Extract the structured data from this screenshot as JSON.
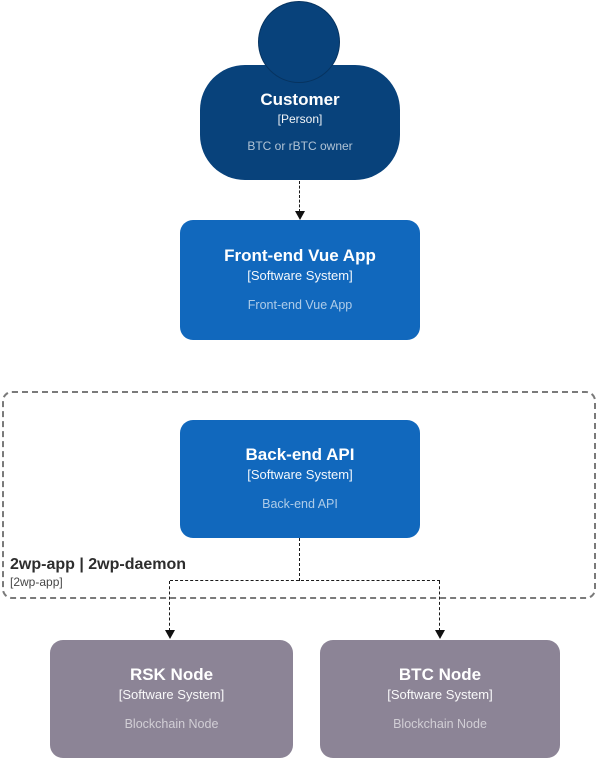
{
  "colors": {
    "person_fill": "#08427B",
    "system_fill": "#1168BD",
    "external_fill": "#8C8496",
    "connector": "#1a1a1a",
    "boundary_border": "#7a7a7a",
    "background": "#ffffff"
  },
  "nodes": {
    "customer": {
      "name": "Customer",
      "type_label": "[Person]",
      "description": "BTC or rBTC owner"
    },
    "frontend": {
      "name": "Front-end Vue App",
      "type_label": "[Software System]",
      "description": "Front-end Vue App"
    },
    "backend": {
      "name": "Back-end API",
      "type_label": "[Software System]",
      "description": "Back-end API"
    },
    "rsk_node": {
      "name": "RSK Node",
      "type_label": "[Software System]",
      "description": "Blockchain Node"
    },
    "btc_node": {
      "name": "BTC Node",
      "type_label": "[Software System]",
      "description": "Blockchain Node"
    }
  },
  "boundary": {
    "title": "2wp-app | 2wp-daemon",
    "subtitle": "[2wp-app]"
  }
}
